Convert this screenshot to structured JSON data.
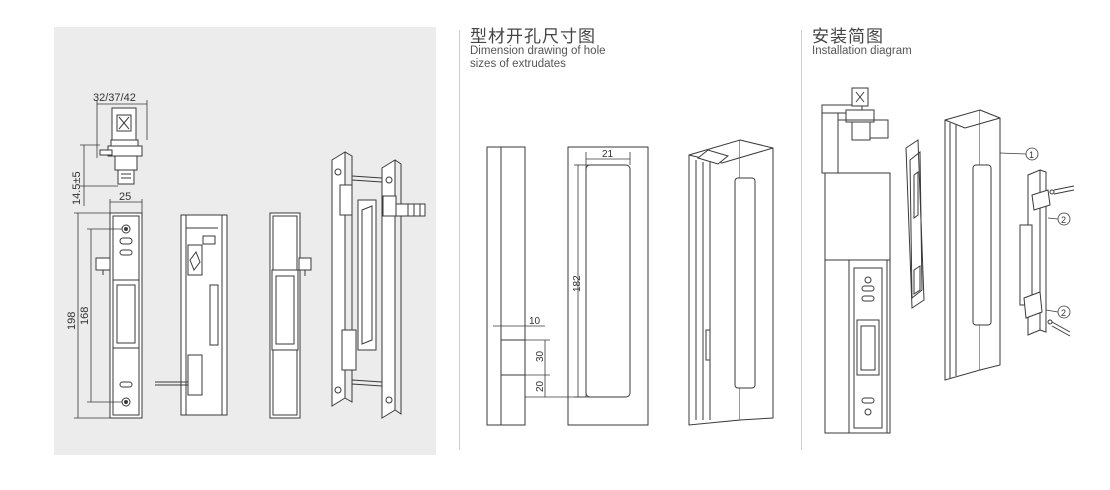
{
  "section_hole": {
    "title_cn": "型材开孔尺寸图",
    "title_en_line1": "Dimension drawing of hole",
    "title_en_line2": "sizes of extrudates"
  },
  "section_install": {
    "title_cn": "安装简图",
    "title_en": "Installation diagram"
  },
  "dimensions": {
    "key_width": "32/37/42",
    "key_height": "14.5±5",
    "body_width": "25",
    "total_length": "198",
    "hole_spacing": "168",
    "slot_width": "21",
    "slot_length": "182",
    "small_width": "10",
    "small_height": "30",
    "small_offset": "20"
  },
  "callouts": {
    "c1": "1",
    "c2a": "2",
    "c2b": "2"
  }
}
